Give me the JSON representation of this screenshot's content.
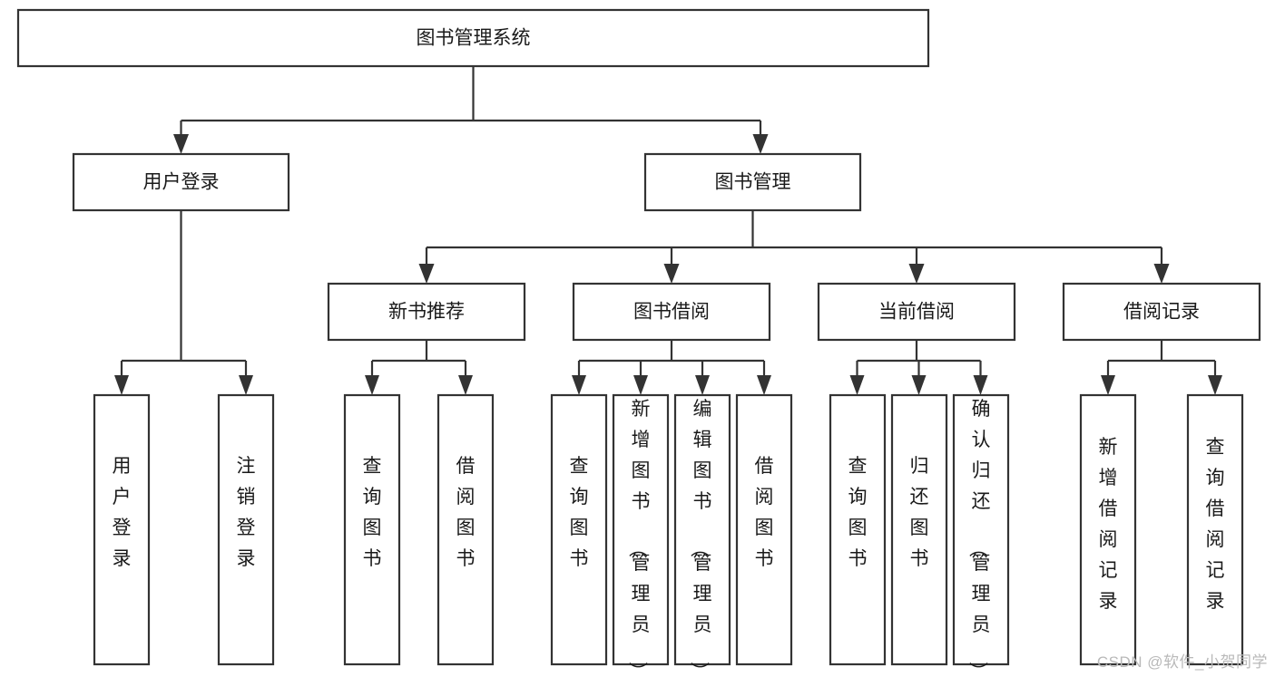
{
  "diagram": {
    "type": "tree-hierarchy",
    "orientation": "top-down",
    "root": {
      "id": "root",
      "label": "图书管理系统"
    },
    "levels": [
      {
        "level": 1,
        "nodes": [
          {
            "id": "root",
            "label": "图书管理系统"
          }
        ]
      },
      {
        "level": 2,
        "nodes": [
          {
            "id": "user-login",
            "label": "用户登录",
            "parent": "root"
          },
          {
            "id": "book-manage",
            "label": "图书管理",
            "parent": "root"
          }
        ]
      },
      {
        "level": 3,
        "nodes": [
          {
            "id": "new-book-rec",
            "label": "新书推荐",
            "parent": "book-manage"
          },
          {
            "id": "book-borrow",
            "label": "图书借阅",
            "parent": "book-manage"
          },
          {
            "id": "current-borrow",
            "label": "当前借阅",
            "parent": "book-manage"
          },
          {
            "id": "borrow-record",
            "label": "借阅记录",
            "parent": "book-manage"
          }
        ]
      },
      {
        "level": 4,
        "nodes": [
          {
            "id": "leaf-1",
            "label": "用户登录",
            "parent": "user-login"
          },
          {
            "id": "leaf-2",
            "label": "注销登录",
            "parent": "user-login"
          },
          {
            "id": "leaf-3",
            "label": "查询图书",
            "parent": "new-book-rec"
          },
          {
            "id": "leaf-4",
            "label": "借阅图书",
            "parent": "new-book-rec"
          },
          {
            "id": "leaf-5",
            "label": "查询图书",
            "parent": "book-borrow"
          },
          {
            "id": "leaf-6",
            "label": "新增图书（管理员）",
            "parent": "book-borrow"
          },
          {
            "id": "leaf-7",
            "label": "编辑图书（管理员）",
            "parent": "book-borrow"
          },
          {
            "id": "leaf-8",
            "label": "借阅图书",
            "parent": "book-borrow"
          },
          {
            "id": "leaf-9",
            "label": "查询图书",
            "parent": "current-borrow"
          },
          {
            "id": "leaf-10",
            "label": "归还图书",
            "parent": "current-borrow"
          },
          {
            "id": "leaf-11",
            "label": "确认归还（管理员）",
            "parent": "current-borrow"
          },
          {
            "id": "leaf-12",
            "label": "新增借阅记录",
            "parent": "borrow-record"
          },
          {
            "id": "leaf-13",
            "label": "查询借阅记录",
            "parent": "borrow-record"
          }
        ]
      }
    ]
  },
  "colors": {
    "stroke": "#333333",
    "fill": "#ffffff",
    "text": "#1a1a1a",
    "watermark": "#b9b9b9"
  },
  "watermark": {
    "text": "CSDN @软件_小贺同学"
  }
}
